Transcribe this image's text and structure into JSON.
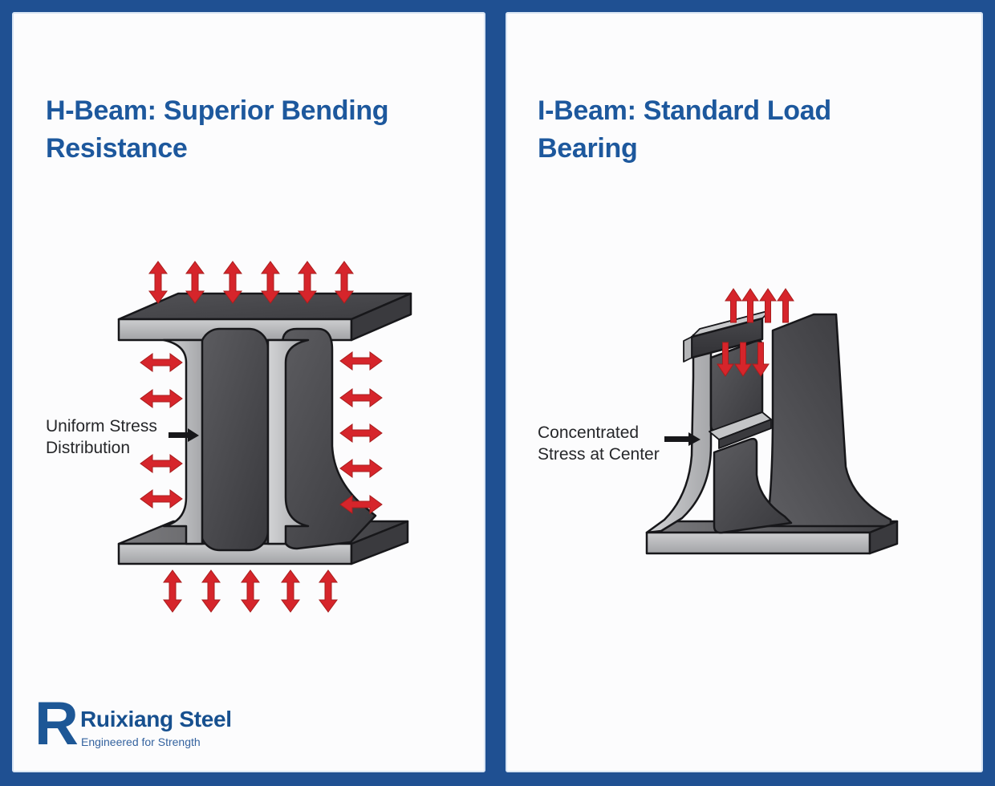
{
  "left_panel": {
    "title_lines": [
      "H-Beam: Superior Bending",
      "Resistance"
    ],
    "figure": {
      "type": "h-beam-3d-diagram",
      "annotation_lines": [
        "Uniform Stress",
        "Distribution"
      ],
      "arrows": {
        "top_double_headed": 6,
        "bottom_double_headed": 5,
        "left_double_headed": 4,
        "right_double_headed": 5
      }
    }
  },
  "right_panel": {
    "title_lines": [
      "I-Beam: Standard Load",
      "Bearing"
    ],
    "figure": {
      "type": "i-beam-3d-diagram",
      "annotation_lines": [
        "Concentrated",
        "Stress at Center"
      ],
      "arrows": {
        "up_single_headed": 4,
        "down_single_headed": 3
      }
    }
  },
  "brand": {
    "logo_letter": "R",
    "name": "Ruixiang Steel",
    "tagline": "Engineered for Strength"
  },
  "colors": {
    "frame_blue": "#1f5092",
    "title_blue": "#1d589d",
    "steel_light": "#b7b8ba",
    "steel_dark": "#46464a",
    "outline_black": "#17171a",
    "arrow_red": "#d6252b",
    "annotation_text": "#26272a"
  }
}
